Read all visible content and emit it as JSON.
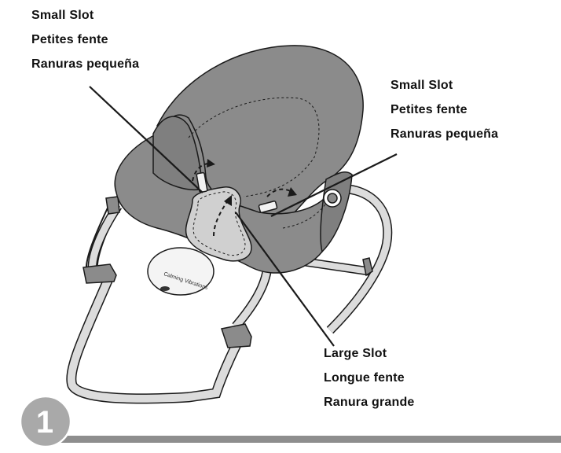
{
  "labels": {
    "top_left": [
      "Small Slot",
      "Petites fente",
      "Ranuras pequeña"
    ],
    "top_right": [
      "Small Slot",
      "Petites fente",
      "Ranuras pequeña"
    ],
    "bottom": [
      "Large Slot",
      "Longue fente",
      "Ranura grande"
    ]
  },
  "product_text": "Calming Vibrations",
  "step": {
    "number": "1"
  },
  "colors": {
    "seat_fill": "#8b8b8b",
    "frame_fill": "#dcdcdc",
    "outline": "#1a1a1a",
    "step_badge": "#a9a9a9",
    "bottom_bar": "#8e8e8e"
  }
}
